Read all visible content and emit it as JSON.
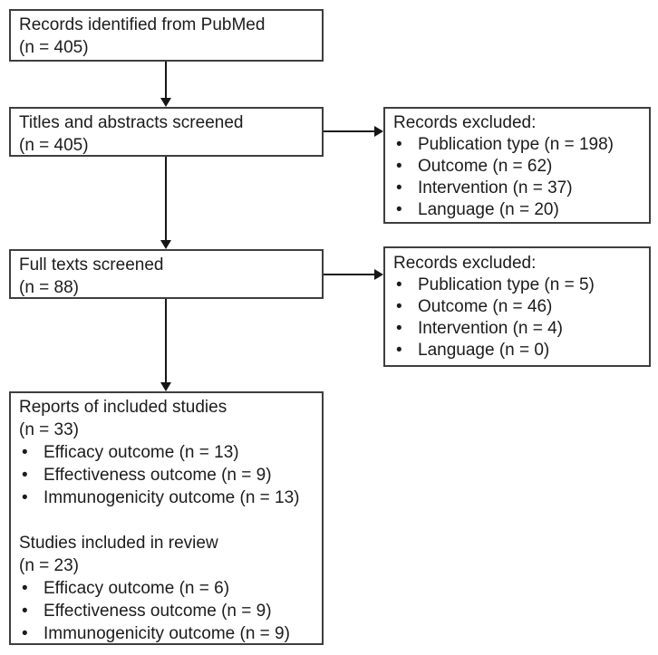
{
  "flow": {
    "identified": {
      "name": "Records identified from PubMed",
      "count": "(n = 405)"
    },
    "screened": {
      "name": "Titles and abstracts screened",
      "count": "(n = 405)"
    },
    "excluded_screening": {
      "heading": "Records excluded:",
      "reasons": [
        "Publication type (n = 198)",
        "Outcome (n = 62)",
        "Intervention (n = 37)",
        "Language (n = 20)"
      ]
    },
    "fulltext": {
      "name": "Full texts screened",
      "count": "(n = 88)"
    },
    "excluded_fulltext": {
      "heading": "Records excluded:",
      "reasons": [
        "Publication type (n = 5)",
        "Outcome (n = 46)",
        "Intervention (n = 4)",
        "Language (n = 0)"
      ]
    },
    "included": {
      "reports": {
        "name": "Reports of included studies",
        "count": "(n = 33)",
        "outcomes": [
          "Efficacy outcome (n = 13)",
          "Effectiveness outcome (n = 9)",
          "Immunogenicity outcome (n = 13)"
        ]
      },
      "studies": {
        "name": "Studies included in review",
        "count": "(n = 23)",
        "outcomes": [
          "Efficacy outcome (n = 6)",
          "Effectiveness outcome (n = 9)",
          "Immunogenicity outcome (n = 9)"
        ]
      }
    }
  },
  "colors": {
    "background": "#ffffff",
    "border": "#3e3e3e",
    "arrow": "#161616",
    "text": "#1c1c1c"
  }
}
